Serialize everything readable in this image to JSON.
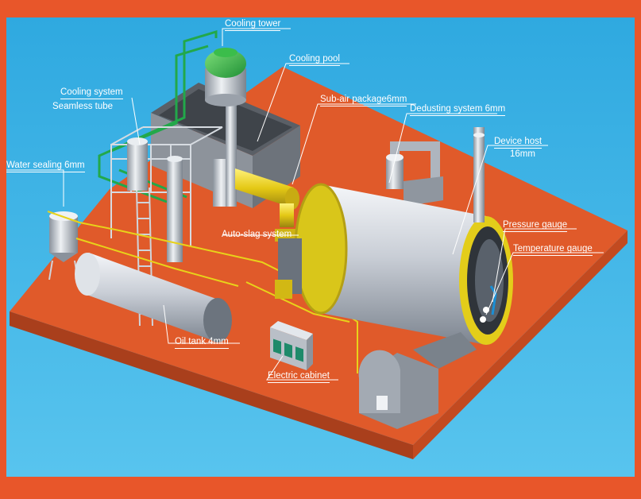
{
  "labels": {
    "cooling_tower": "Cooling tower",
    "cooling_pool": "Cooling pool",
    "cooling_system": "Cooling system",
    "seamless_tube": "Seamless tube",
    "sub_air_package": "Sub-air package6mm",
    "dedusting_system": "Dedusting system 6mm",
    "device_host": "Device  host",
    "device_host_thickness": "16mm",
    "water_sealing": "Water sealing 6mm",
    "auto_slag_system": "Auto-slag system",
    "pressure_gauge": "Pressure gauge",
    "temperature_gauge": "Temperature gauge",
    "oil_tank": "Oil  tank 4mm",
    "electric_cabinet": "Electric cabinet"
  },
  "colors": {
    "frame": "#e8562a",
    "sky": "#3db3e6",
    "floor": "#e05a2a",
    "steel": "#c9ced6",
    "yellow_pipe": "#e8d21a",
    "green_pipe": "#22a84a",
    "cabinet_green": "#1e8a6a"
  }
}
